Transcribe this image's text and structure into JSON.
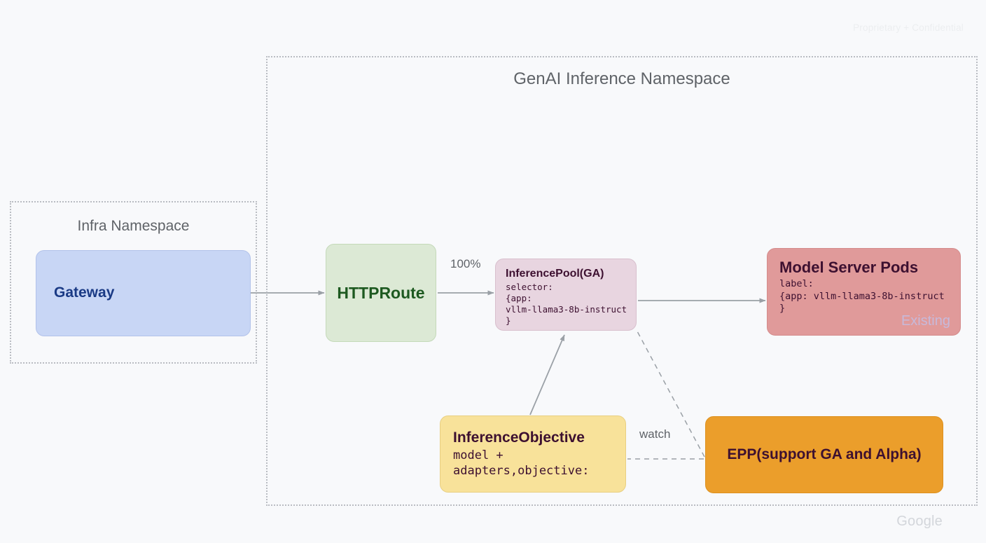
{
  "watermarks": {
    "top_right": "Proprietary + Confidential",
    "bottom_right": "Google"
  },
  "namespaces": [
    {
      "id": "infra",
      "title": "Infra Namespace"
    },
    {
      "id": "genai",
      "title": "GenAI Inference Namespace"
    }
  ],
  "nodes": {
    "gateway": {
      "title": "Gateway",
      "fill": "#c8d6f5",
      "text_color": "#1a3a85"
    },
    "httproute": {
      "title": "HTTPRoute",
      "fill": "#dce9d5",
      "text_color": "#1d5920"
    },
    "inferencepool": {
      "title": "InferencePool(GA)",
      "body": "selector:\n{app:\nvllm-llama3-8b-instruct\n}",
      "fill": "#e8d5e0",
      "text_color": "#3d1030"
    },
    "modelserver": {
      "title": "Model Server Pods",
      "body": "label:\n{app: vllm-llama3-8b-instruct\n}",
      "tag": "Existing",
      "fill": "#e09a9a",
      "text_color": "#3d1030",
      "tag_color": "#c7b9da"
    },
    "inferenceobjective": {
      "title": "InferenceObjective",
      "body": "model +\nadapters,objective:",
      "fill": "#f8e29a",
      "text_color": "#3d1030"
    },
    "epp": {
      "title": "EPP(support GA and Alpha)",
      "fill": "#eb9e2b",
      "text_color": "#3d1030"
    }
  },
  "edges": {
    "gateway_to_httproute": {
      "label": "",
      "style": "solid"
    },
    "httproute_to_pool": {
      "label": "100%",
      "style": "solid"
    },
    "pool_to_modelserver": {
      "label": "",
      "style": "solid"
    },
    "objective_to_pool": {
      "label": "",
      "style": "solid"
    },
    "epp_to_pool": {
      "label": "",
      "style": "dashed"
    },
    "epp_to_objective": {
      "label": "watch",
      "style": "dashed"
    }
  },
  "colors": {
    "background": "#f8f9fb",
    "namespace_border": "#b9bcc2",
    "edge": "#9aa0a6",
    "namespace_title": "#5f6368"
  }
}
